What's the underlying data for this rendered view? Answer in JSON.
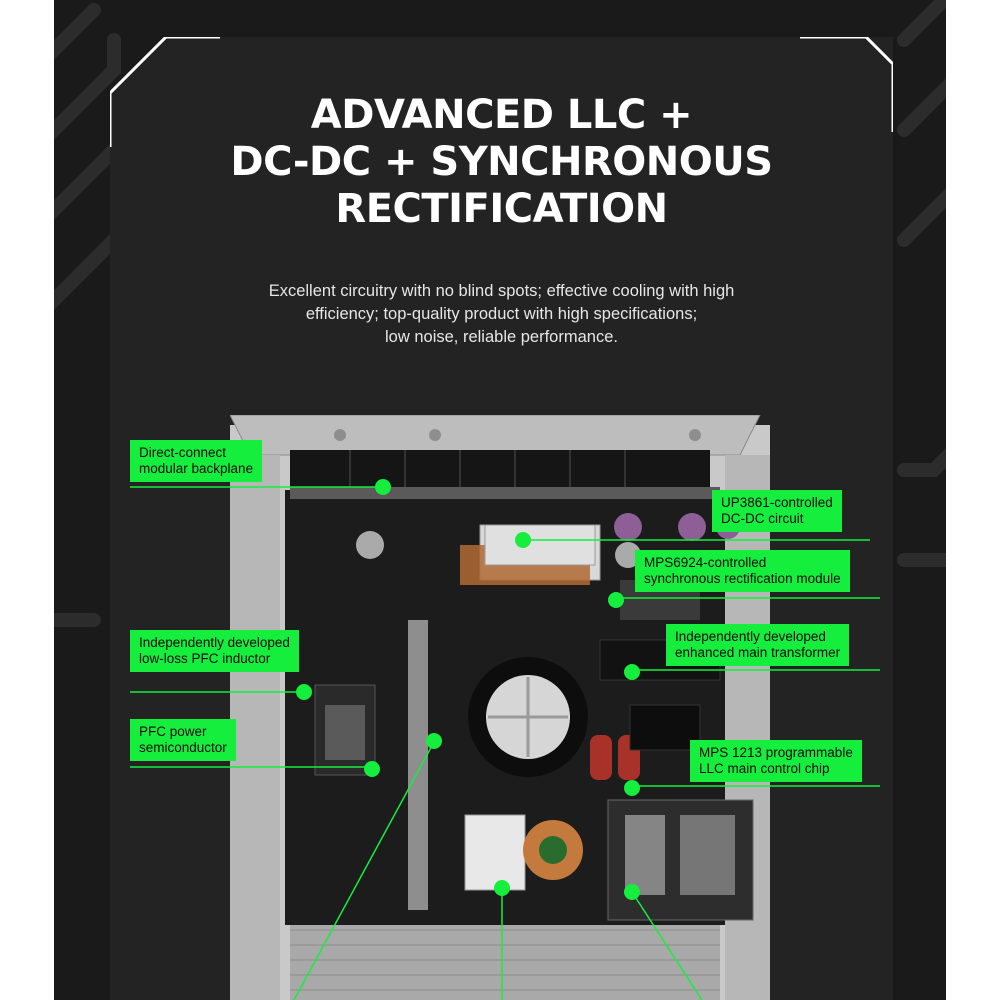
{
  "heading": {
    "line1": "ADVANCED LLC +",
    "line2": "DC-DC + SYNCHRONOUS",
    "line3": "RECTIFICATION"
  },
  "description": {
    "line1": "Excellent circuitry with no blind spots; effective cooling with high",
    "line2": "efficiency; top-quality product with high specifications;",
    "line3": "low noise, reliable performance."
  },
  "callouts": {
    "backplane": {
      "line1": "Direct-connect",
      "line2": "modular backplane"
    },
    "pfc_inductor": {
      "line1": "Independently developed",
      "line2": "low-loss PFC inductor"
    },
    "pfc_semiconductor": {
      "line1": "PFC power",
      "line2": "semiconductor"
    },
    "dcdc": {
      "line1": "UP3861-controlled",
      "line2": "DC-DC circuit"
    },
    "sync_rect": {
      "line1": "MPS6924-controlled",
      "line2": "synchronous rectification module"
    },
    "transformer": {
      "line1": "Independently developed",
      "line2": "enhanced main transformer"
    },
    "llc_chip": {
      "line1": "MPS 1213 programmable",
      "line2": "LLC main control chip"
    }
  },
  "colors": {
    "accent": "#15ee3d",
    "background": "#1a1a1a",
    "panel": "#232323",
    "text": "#ffffff"
  }
}
